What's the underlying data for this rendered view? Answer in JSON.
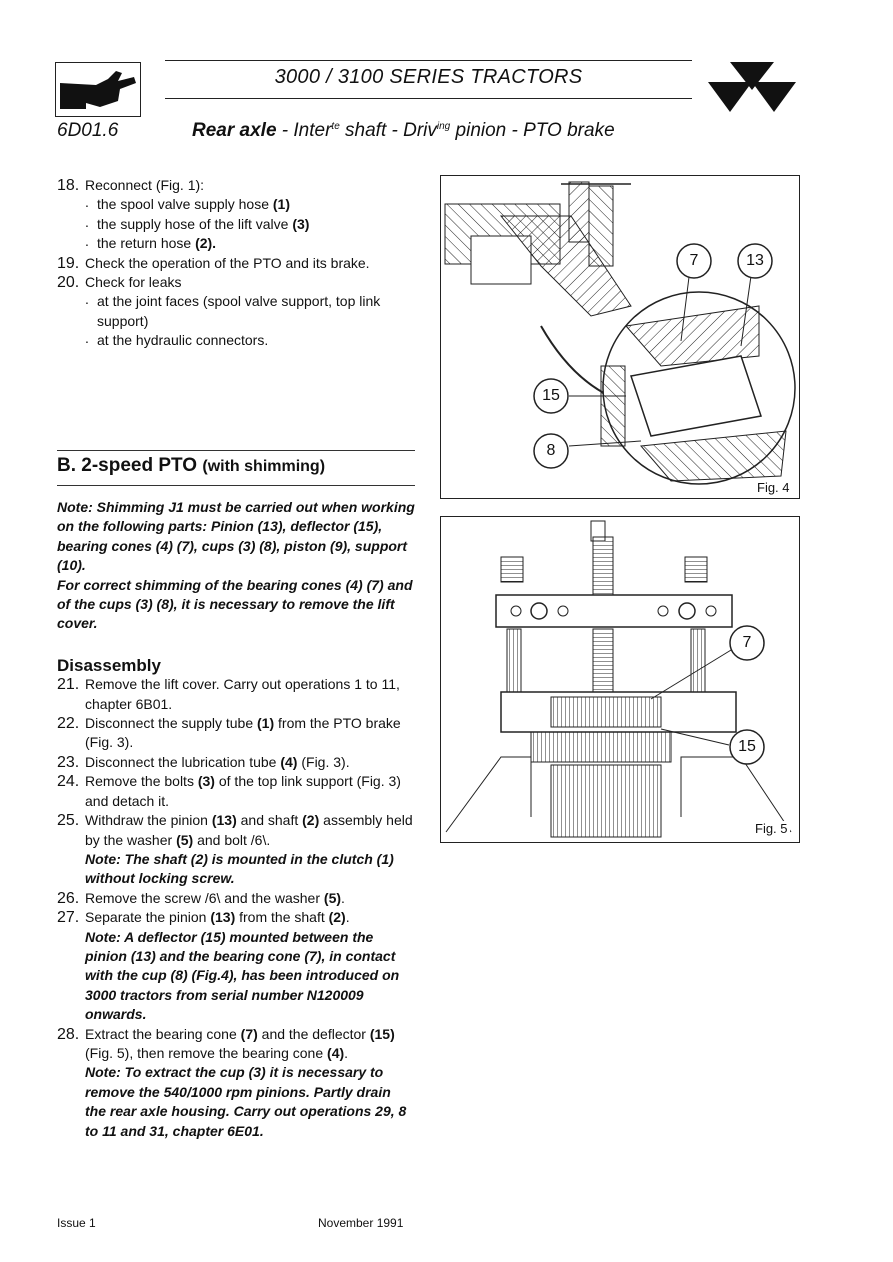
{
  "header": {
    "series": "3000 / 3100 SERIES TRACTORS",
    "code": "6D01.6",
    "title_bold": "Rear axle",
    "title_part1": " - Inter",
    "title_sup1": "te",
    "title_part2": " shaft  - Driv",
    "title_sup2": "ing",
    "title_part3": " pinion - PTO brake"
  },
  "steps_a": {
    "s18": {
      "num": "18.",
      "text": "Reconnect (Fig. 1):",
      "i1": "the spool valve supply hose ",
      "i1b": "(1)",
      "i2": "the supply hose of the lift valve ",
      "i2b": "(3)",
      "i3": "the return hose ",
      "i3b": "(2)."
    },
    "s19": {
      "num": "19.",
      "text": "Check the operation of the PTO and its brake."
    },
    "s20": {
      "num": "20.",
      "text": "Check for leaks",
      "i1": "at the joint faces (spool valve support, top link support)",
      "i2": "at the hydraulic connectors."
    }
  },
  "section_b": {
    "title": "B. 2-speed PTO",
    "title_suffix": "(with shimming)",
    "note1": "Note: Shimming J1 must be carried out when working on the following parts: Pinion (13), deflector (15), bearing cones (4) (7), cups (3) (8), piston (9), support (10).",
    "note2": "For correct shimming of the bearing  cones (4) (7) and of the cups (3) (8), it is necessary to remove the lift cover.",
    "disassembly": "Disassembly"
  },
  "steps_b": {
    "s21": {
      "num": "21.",
      "text": "Remove the lift cover. Carry out operations 1 to 11, chapter 6B01."
    },
    "s22": {
      "num": "22.",
      "t1": "Disconnect the supply tube ",
      "b1": "(1)",
      "t2": " from the PTO brake (Fig. 3)."
    },
    "s23": {
      "num": "23.",
      "t1": "Disconnect the lubrication tube ",
      "b1": "(4)",
      "t2": " (Fig. 3)."
    },
    "s24": {
      "num": "24.",
      "t1": "Remove the bolts ",
      "b1": "(3)",
      "t2": " of the top link support (Fig.  3) and detach it."
    },
    "s25": {
      "num": "25.",
      "t1": "Withdraw the pinion ",
      "b1": "(13)",
      "t2": " and shaft ",
      "b2": "(2)",
      "t3": " assembly held by the washer ",
      "b3": "(5)",
      "t4": " and bolt /6\\.",
      "note": "Note: The shaft (2) is mounted in the clutch (1) without locking screw."
    },
    "s26": {
      "num": "26.",
      "t1": "Remove the screw /6\\ and the washer ",
      "b1": "(5)",
      "t2": "."
    },
    "s27": {
      "num": "27.",
      "t1": "Separate the pinion ",
      "b1": "(13)",
      "t2": " from the shaft ",
      "b2": "(2)",
      "t3": ".",
      "note": "Note: A deflector (15) mounted between the pinion (13) and the bearing cone (7), in contact with the cup (8) (Fig.4), has been introduced on 3000 tractors from serial number N120009 onwards."
    },
    "s28": {
      "num": "28.",
      "t1": "Extract the bearing cone ",
      "b1": "(7)",
      "t2": " and the deflector ",
      "b2": "(15)",
      "t3": " (Fig. 5), then remove the bearing cone ",
      "b3": "(4)",
      "t4": ".",
      "note": "Note: To extract the cup (3) it is necessary to remove the 540/1000 rpm pinions. Partly drain the rear axle housing. Carry out operations 29, 8 to 11 and 31, chapter 6E01."
    }
  },
  "figures": {
    "fig4": {
      "label": "Fig. 4",
      "callouts": [
        "7",
        "13",
        "15",
        "8"
      ]
    },
    "fig5": {
      "label": "Fig. 5",
      "callouts": [
        "7",
        "15"
      ]
    }
  },
  "footer": {
    "issue": "Issue 1",
    "date": "November 1991"
  }
}
